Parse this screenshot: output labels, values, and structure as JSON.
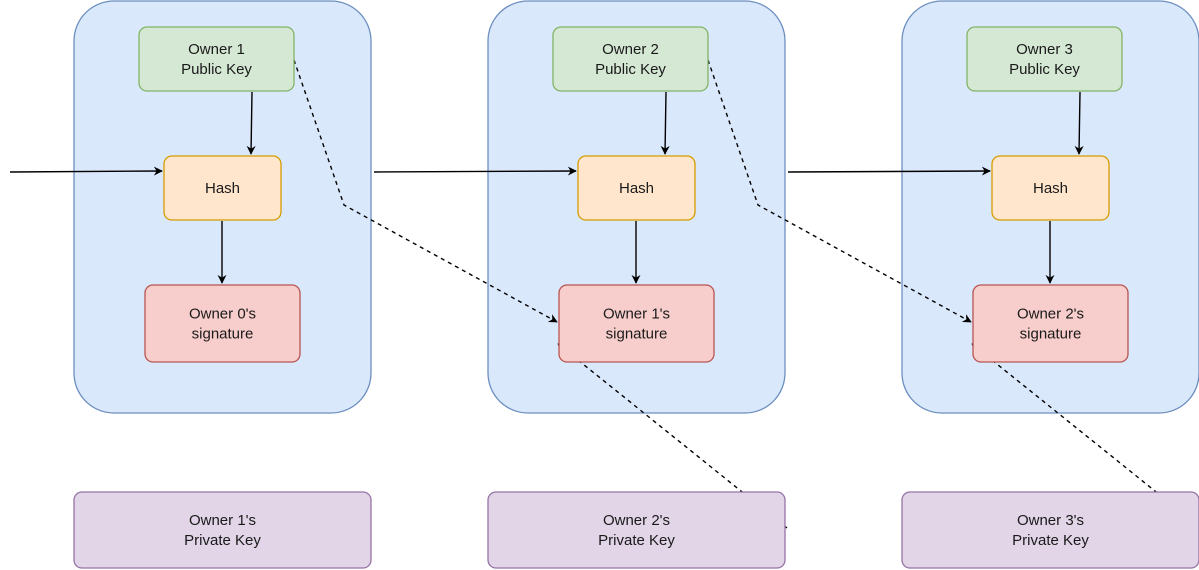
{
  "diagram": {
    "colors": {
      "container_fill": "#dae8fc",
      "container_stroke": "#6c8ebf",
      "public_key_fill": "#d5e8d4",
      "public_key_stroke": "#82b366",
      "hash_fill": "#ffe6cc",
      "hash_stroke": "#d79b00",
      "signature_fill": "#f8cecc",
      "signature_stroke": "#b85450",
      "private_key_fill": "#e1d5e7",
      "private_key_stroke": "#9673a6",
      "arrow": "#000000"
    },
    "transactions": [
      {
        "public_key": [
          "Owner 1",
          "Public Key"
        ],
        "hash": "Hash",
        "signature": [
          "Owner 0's",
          "signature"
        ],
        "private_key": [
          "Owner 1's",
          "Private Key"
        ]
      },
      {
        "public_key": [
          "Owner 2",
          "Public Key"
        ],
        "hash": "Hash",
        "signature": [
          "Owner 1's",
          "signature"
        ],
        "private_key": [
          "Owner 2's",
          "Private Key"
        ]
      },
      {
        "public_key": [
          "Owner 3",
          "Public Key"
        ],
        "hash": "Hash",
        "signature": [
          "Owner 2's",
          "signature"
        ],
        "private_key": [
          "Owner 3's",
          "Private Key"
        ]
      }
    ]
  }
}
